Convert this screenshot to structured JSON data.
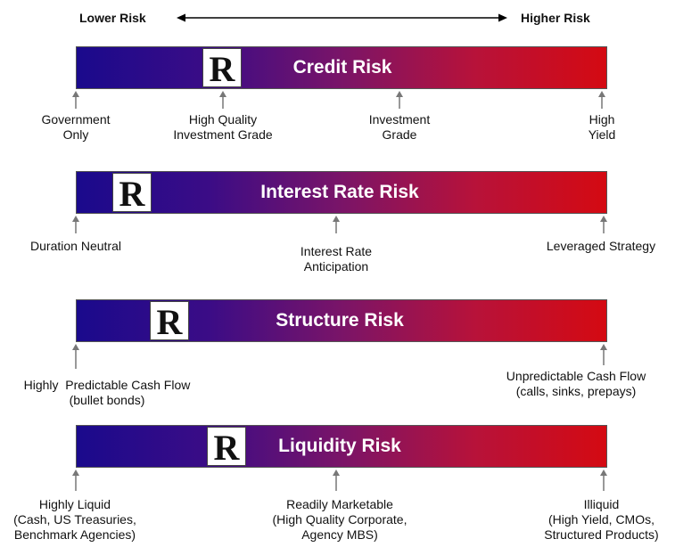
{
  "scale": {
    "left_label": "Lower Risk",
    "right_label": "Higher Risk"
  },
  "colors": {
    "gradient_start": "#1a0a8c",
    "gradient_end": "#d40a12",
    "text_on_bar": "#ffffff"
  },
  "marker_icon": "r-logo-icon",
  "bars": [
    {
      "title": "Credit Risk",
      "labels": [
        {
          "lines": [
            "Government",
            "Only"
          ]
        },
        {
          "lines": [
            "High Quality",
            "Investment Grade"
          ]
        },
        {
          "lines": [
            "Investment",
            "Grade"
          ]
        },
        {
          "lines": [
            "High",
            "Yield"
          ]
        }
      ]
    },
    {
      "title": "Interest Rate Risk",
      "labels": [
        {
          "lines": [
            "Duration Neutral"
          ]
        },
        {
          "lines": [
            "Interest Rate",
            "Anticipation"
          ]
        },
        {
          "lines": [
            "Leveraged Strategy"
          ]
        }
      ]
    },
    {
      "title": "Structure Risk",
      "labels": [
        {
          "lines": [
            "Highly  Predictable Cash Flow",
            "(bullet bonds)"
          ]
        },
        {
          "lines": [
            "Unpredictable Cash Flow",
            "(calls, sinks, prepays)"
          ]
        }
      ]
    },
    {
      "title": "Liquidity Risk",
      "labels": [
        {
          "lines": [
            "Highly Liquid",
            "(Cash, US Treasuries,",
            "Benchmark Agencies)"
          ]
        },
        {
          "lines": [
            "Readily Marketable",
            "(High Quality Corporate,",
            "Agency MBS)"
          ]
        },
        {
          "lines": [
            "Illiquid",
            "(High Yield, CMOs,",
            "Structured Products)"
          ]
        }
      ]
    }
  ]
}
